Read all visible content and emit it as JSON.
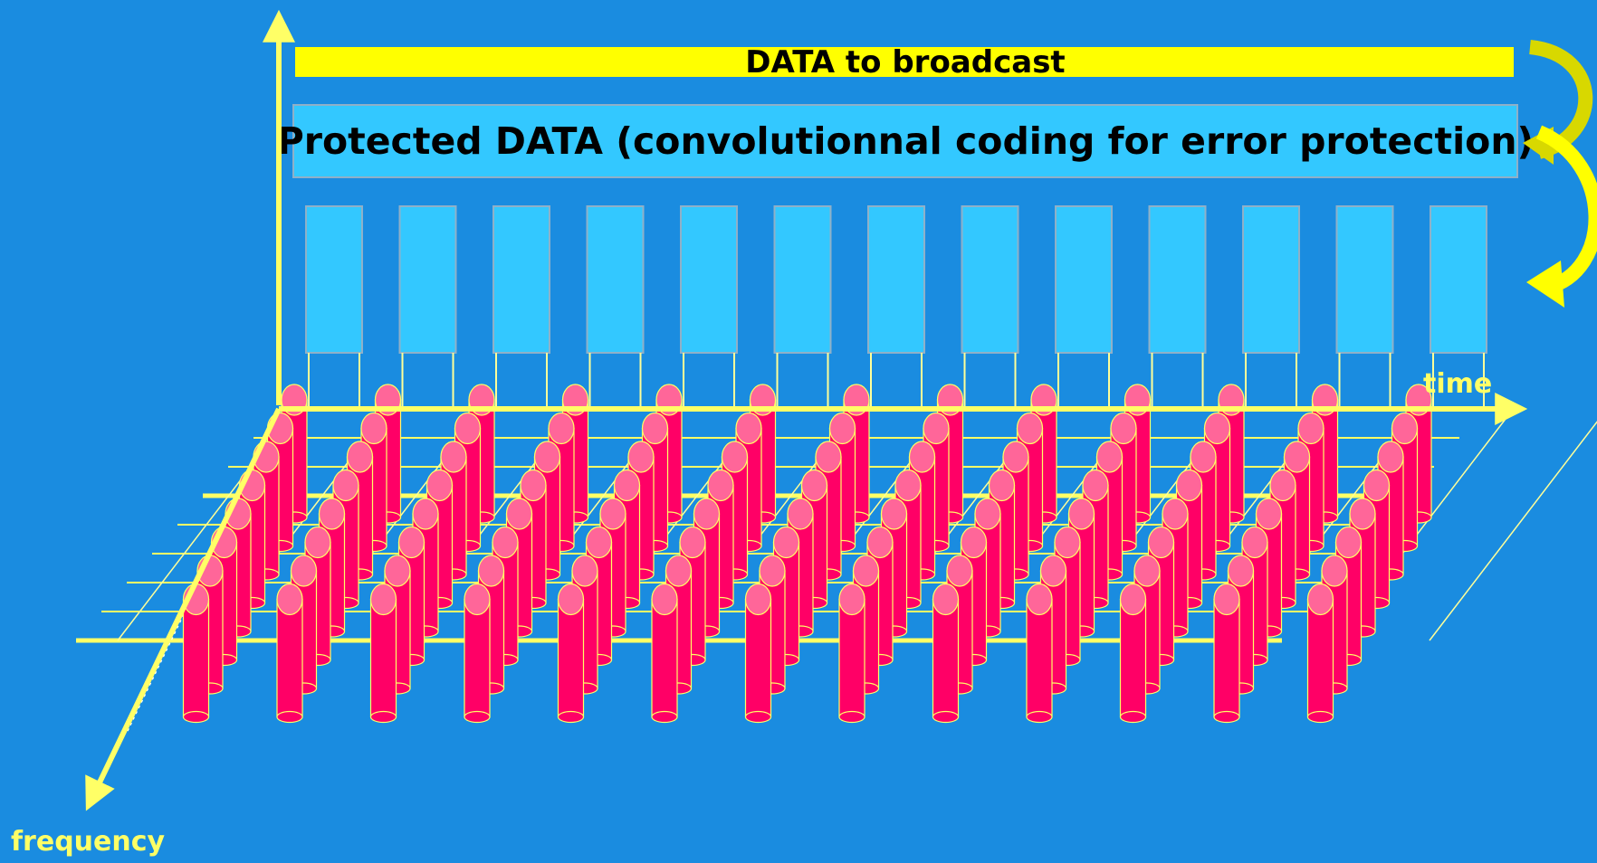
{
  "title_bar": {
    "label": "DATA to broadcast"
  },
  "protected_box": {
    "label": "Protected DATA (convolutionnal coding for error protection)"
  },
  "axes": {
    "time_label": "time",
    "frequency_label": "frequency"
  },
  "blocks": {
    "count": 13
  },
  "carriers": {
    "columns": 13,
    "rows": 8
  },
  "colors": {
    "background": "#1a8ce0",
    "data_bar": "#ffff00",
    "protected_box": "#33c8ff",
    "block": "#33c8ff",
    "axis": "#ffff66",
    "cylinder_body": "#ff0066",
    "cylinder_top": "#ff6699",
    "arrow": "#ffff00"
  }
}
